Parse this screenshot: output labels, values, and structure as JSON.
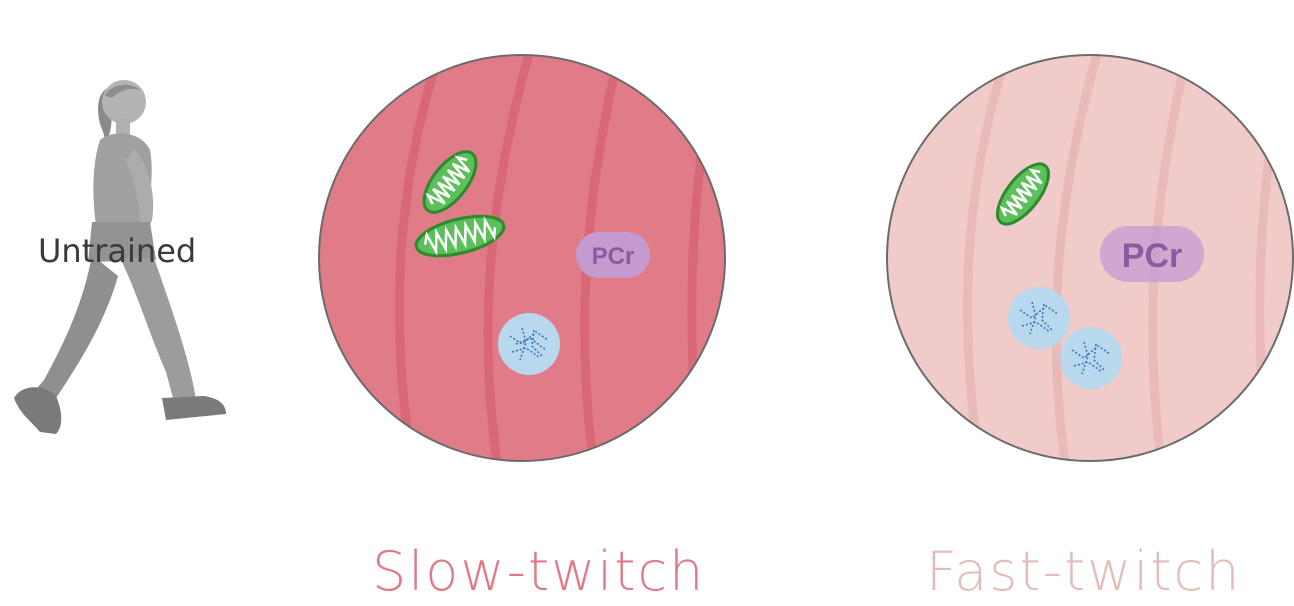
{
  "person": {
    "label": "Untrained",
    "icon": "walking-person-icon"
  },
  "fibers": [
    {
      "id": "slow",
      "label": "Slow-twitch",
      "label_color": "#e07a88",
      "fill_color": "#e07b88",
      "stripe_color": "#d86575",
      "mitochondria_count": 2,
      "glycogen_count": 1,
      "pcr_label": "PCr"
    },
    {
      "id": "fast",
      "label": "Fast-twitch",
      "label_color": "#e3bdbb",
      "fill_color": "#f1cbca",
      "stripe_color": "#e7b8b6",
      "mitochondria_count": 1,
      "glycogen_count": 2,
      "pcr_label": "PCr"
    }
  ],
  "colors": {
    "mitochondria_fill": "#5cbf5a",
    "mitochondria_edge": "#2e8a2e",
    "glycogen_fill": "#b8d8ee",
    "glycogen_strand": "#3a76b8",
    "pcr_fill": "#c59ad0",
    "pcr_text": "#8c5aa0",
    "figure_gray": "#9a9a9a"
  }
}
